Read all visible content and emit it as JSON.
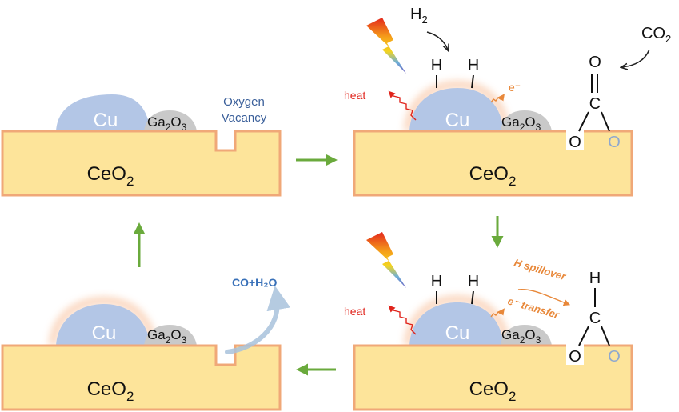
{
  "panels": {
    "top_left": {
      "metal": "Cu",
      "promoter_prefix": "Ga",
      "promoter_sub1": "2",
      "promoter_mid": "O",
      "promoter_sub2": "3",
      "support": "CeO",
      "support_sub": "2",
      "vacancy_label_line1": "Oxygen",
      "vacancy_label_line2": "Vacancy"
    },
    "top_right": {
      "metal": "Cu",
      "promoter_prefix": "Ga",
      "promoter_sub1": "2",
      "promoter_mid": "O",
      "promoter_sub2": "3",
      "support": "CeO",
      "support_sub": "2",
      "h2": "H",
      "h2_sub": "2",
      "co2": "CO",
      "co2_sub": "2",
      "h_atom_1": "H",
      "h_atom_2": "H",
      "heat": "heat",
      "electron": "e⁻",
      "atom_o_top": "O",
      "atom_c": "C",
      "atom_o_left": "O",
      "atom_o_right": "O"
    },
    "bottom_right": {
      "metal": "Cu",
      "promoter_prefix": "Ga",
      "promoter_sub1": "2",
      "promoter_mid": "O",
      "promoter_sub2": "3",
      "support": "CeO",
      "support_sub": "2",
      "h_atom_1": "H",
      "h_atom_2": "H",
      "heat": "heat",
      "h_spillover": "H spillover",
      "e_transfer": "e⁻ transfer",
      "atom_h": "H",
      "atom_c": "C",
      "atom_o_left": "O",
      "atom_o_right": "O"
    },
    "bottom_left": {
      "metal": "Cu",
      "promoter_prefix": "Ga",
      "promoter_sub1": "2",
      "promoter_mid": "O",
      "promoter_sub2": "3",
      "support": "CeO",
      "support_sub": "2",
      "product": "CO+H₂O"
    }
  },
  "colors": {
    "support_fill": "#fde49a",
    "support_stroke": "#f0a878",
    "cu_fill": "#b3c6e6",
    "ga2o3_fill": "#c9c9c9",
    "cycle_arrow": "#6aaa3c",
    "heat_red": "#e0241c",
    "orange": "#e8883a",
    "vacancy_blue": "#3a5f9a",
    "product_blue": "#3870b8",
    "o_grey": "#8fa8cf"
  },
  "icons": [
    "lightning-icon",
    "cycle-arrow-icon"
  ]
}
